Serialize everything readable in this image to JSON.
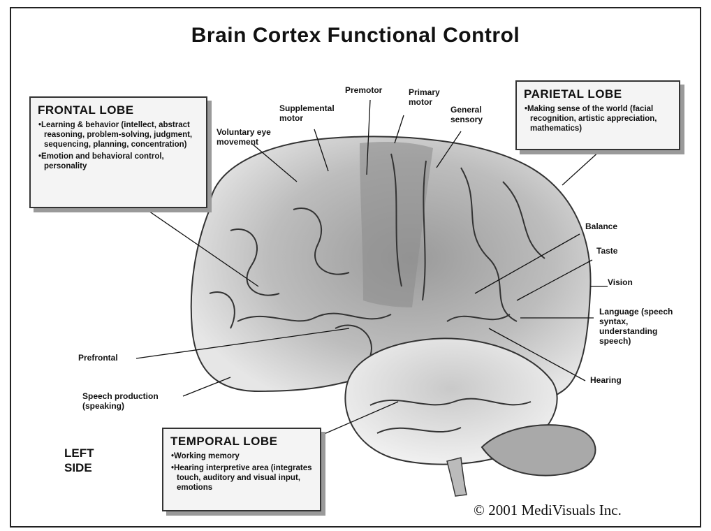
{
  "title": "Brain Cortex Functional Control",
  "frontal_lobe": {
    "heading": "FRONTAL LOBE",
    "items": [
      "Learning & behavior (intellect, abstract reasoning, problem-solving, judgment, sequencing, planning, concentration)",
      "Emotion and behavioral control, personality"
    ]
  },
  "parietal_lobe": {
    "heading": "PARIETAL LOBE",
    "items": [
      "Making sense of the world (facial recognition, artistic appreciation, mathematics)"
    ]
  },
  "temporal_lobe": {
    "heading": "TEMPORAL LOBE",
    "items": [
      "Working memory",
      "Hearing interpretive area (integrates touch, auditory and visual input, emotions"
    ]
  },
  "labels": {
    "premotor": "Premotor",
    "primary_motor": "Primary motor",
    "supplemental_motor": "Supplemental motor",
    "general_sensory": "General sensory",
    "voluntary_eye": "Voluntary eye movement",
    "balance": "Balance",
    "taste": "Taste",
    "vision": "Vision",
    "language": "Language (speech syntax, understanding speech)",
    "hearing": "Hearing",
    "prefrontal": "Prefrontal",
    "speech_production": "Speech production (speaking)"
  },
  "side_label": "LEFT SIDE",
  "copyright": "© 2001 MediVisuals Inc."
}
